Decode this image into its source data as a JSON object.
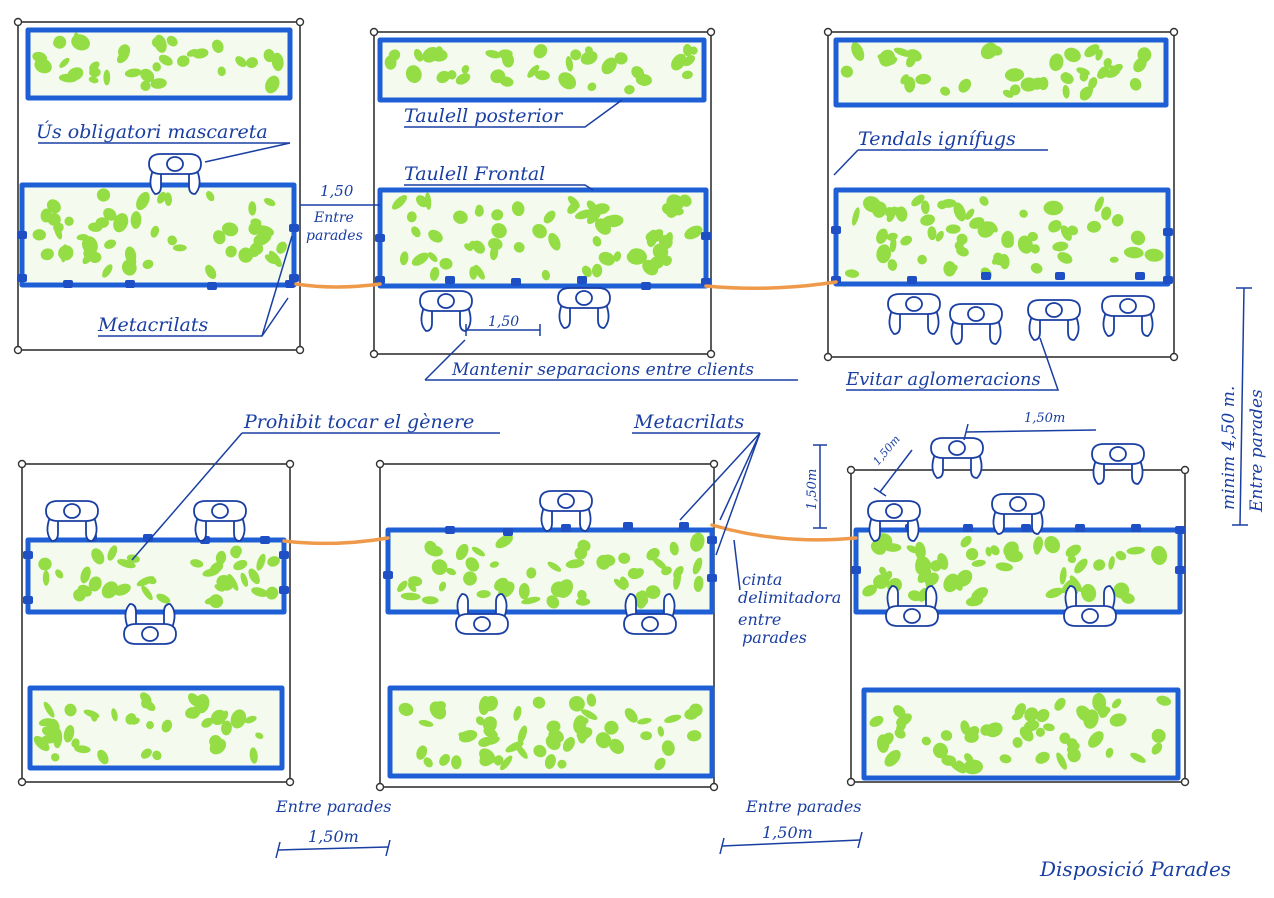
{
  "title": "Disposició Parades",
  "labels": {
    "mask": "Ús obligatori mascareta",
    "back_counter": "Taulell posterior",
    "front_counter": "Taulell Frontal",
    "fireproof": "Tendals ignífugs",
    "methacrylates_top": "Metacrilats",
    "methacrylates_bottom": "Metacrilats",
    "keep_separation": "Mantenir separacions entre clients",
    "avoid_crowds": "Evitar aglomeracions",
    "no_touch": "Prohibit tocar el gènere",
    "tape_line1": "cinta",
    "tape_line2": "delimitadora",
    "tape_line3": "entre",
    "tape_line4": "parades"
  },
  "dimensions": {
    "gap_top_value": "1,50",
    "gap_top_line1": "Entre",
    "gap_top_line2": "parades",
    "client_gap": "1,50",
    "min_width_line1": "minim 4,50 m.",
    "min_width_line2": "Entre parades",
    "bottom_left_caption": "Entre parades",
    "bottom_left_value": "1,50m",
    "bottom_mid_caption": "Entre parades",
    "bottom_mid_value": "1,50m",
    "right_h_gap": "1,50m",
    "right_v_gap": "1,50m",
    "right_diag_gap": "1,50m"
  },
  "colors": {
    "ink": "#1a3fa3",
    "frame": "#1f5fd6",
    "produce": "#8fdc3c",
    "tape": "#ef9a4a",
    "outline": "#222222"
  }
}
